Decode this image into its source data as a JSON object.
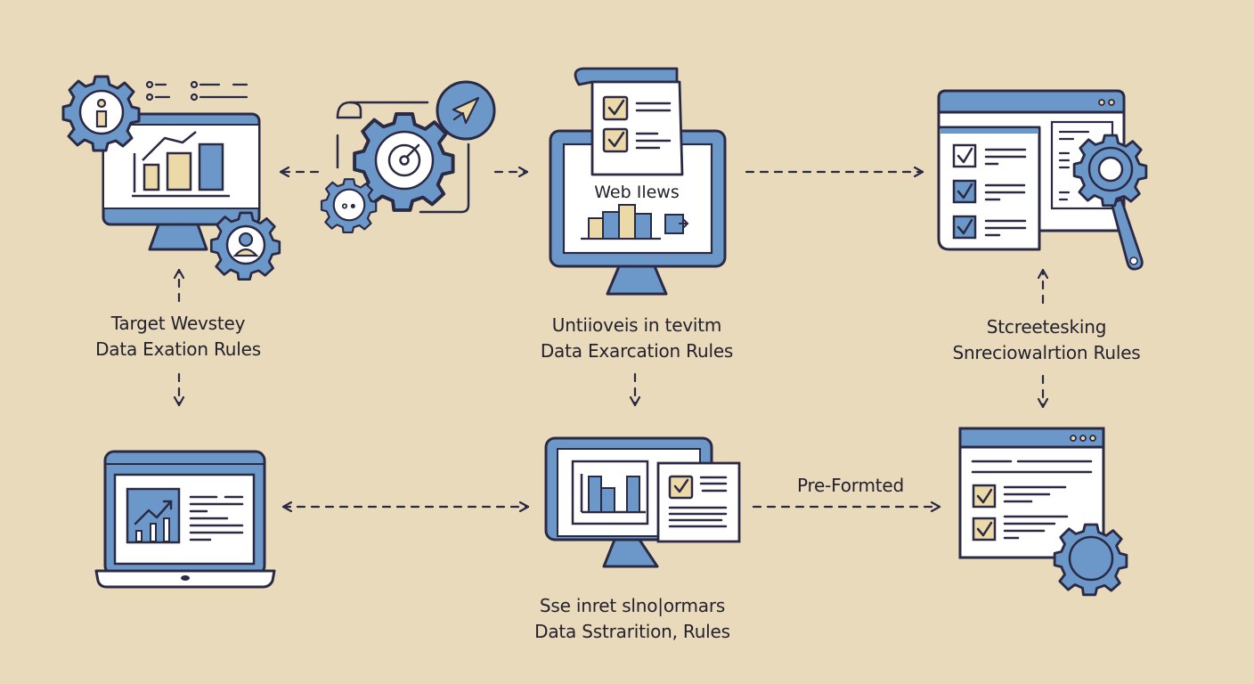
{
  "title": "Web data extraction rules workflow",
  "colors": {
    "background": "#e9dabb",
    "outline": "#2b2a45",
    "blue": "#6b97c9",
    "tan": "#ecd9a8",
    "white": "#ffffff"
  },
  "nodes": {
    "source_dashboard": {
      "label_lines": [
        "Target Wevstey",
        "Data Exation Rules"
      ],
      "icons": [
        "monitor-icon",
        "bar-chart-icon",
        "info-gear-icon",
        "user-gear-icon"
      ]
    },
    "processing_gears": {
      "icons": [
        "gear-icon",
        "target-icon",
        "small-gear-icon",
        "send-icon",
        "document-scroll-icon"
      ]
    },
    "web_views": {
      "screen_text": "Web Ilews",
      "label_lines": [
        "Untiioveis in tevitm",
        "Data Exarcation Rules"
      ],
      "icons": [
        "monitor-icon",
        "checklist-scroll-icon",
        "bar-chart-icon",
        "export-icon"
      ]
    },
    "screening": {
      "label_lines": [
        "Stcreetesking",
        "Snreciowalrtion Rules"
      ],
      "icons": [
        "browser-window-icon",
        "checklist-icon",
        "gear-magnifier-icon"
      ]
    },
    "laptop_report": {
      "icons": [
        "laptop-icon",
        "trend-chart-icon",
        "text-lines-icon"
      ]
    },
    "storage": {
      "label_lines": [
        "Sse inret slno|ormars",
        "Data Sstrarition, Rules"
      ],
      "icons": [
        "monitor-icon",
        "bar-chart-icon",
        "checklist-document-icon"
      ]
    },
    "final_output": {
      "icons": [
        "browser-window-icon",
        "checklist-icon",
        "gear-icon"
      ]
    }
  },
  "edges": [
    {
      "from": "processing_gears",
      "to": "source_dashboard",
      "style": "dashed",
      "direction": "left"
    },
    {
      "from": "processing_gears",
      "to": "web_views",
      "style": "dashed",
      "direction": "right"
    },
    {
      "from": "web_views",
      "to": "screening",
      "style": "dashed",
      "direction": "right"
    },
    {
      "from": "source_dashboard",
      "to": "laptop_report",
      "style": "dashed",
      "direction": "bidirectional-vertical"
    },
    {
      "from": "web_views",
      "to": "storage",
      "style": "dashed",
      "direction": "down"
    },
    {
      "from": "screening",
      "to": "final_output",
      "style": "dashed",
      "direction": "bidirectional-vertical"
    },
    {
      "from": "laptop_report",
      "to": "storage",
      "style": "dashed",
      "direction": "bidirectional"
    },
    {
      "from": "storage",
      "to": "final_output",
      "style": "dashed",
      "direction": "right",
      "label": "Pre-Formted"
    }
  ]
}
